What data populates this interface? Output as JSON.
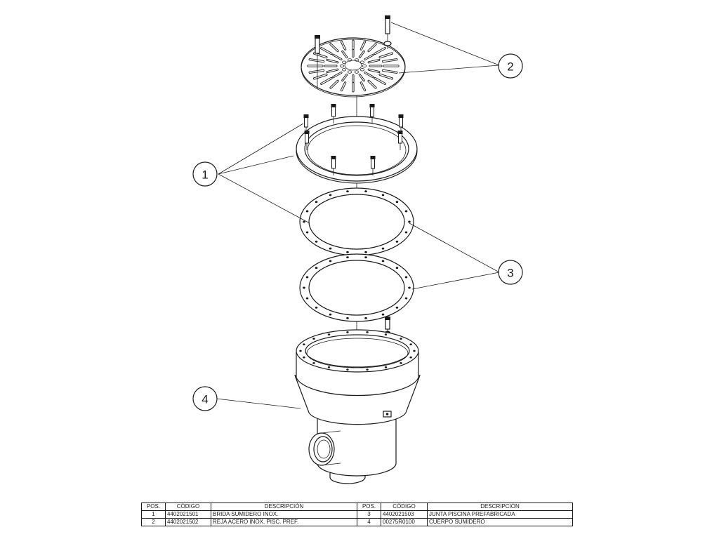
{
  "drawing": {
    "callouts": [
      {
        "label": "1"
      },
      {
        "label": "2"
      },
      {
        "label": "3"
      },
      {
        "label": "4"
      }
    ]
  },
  "table": {
    "headers": [
      "POS.",
      "CÓDIGO",
      "DESCRIPCIÓN",
      "POS.",
      "CÓDIGO",
      "DESCRIPCIÓN"
    ],
    "rows": [
      [
        "1",
        "4402021501",
        "BRIDA SUMIDERO INOX.",
        "3",
        "4402021503",
        "JUNTA PISCINA PREFABRICADA"
      ],
      [
        "2",
        "4402021502",
        "REJA ACERO INOX. PISC. PREF.",
        "4",
        "00275R0100",
        "CUERPO SUMIDERO"
      ]
    ]
  }
}
